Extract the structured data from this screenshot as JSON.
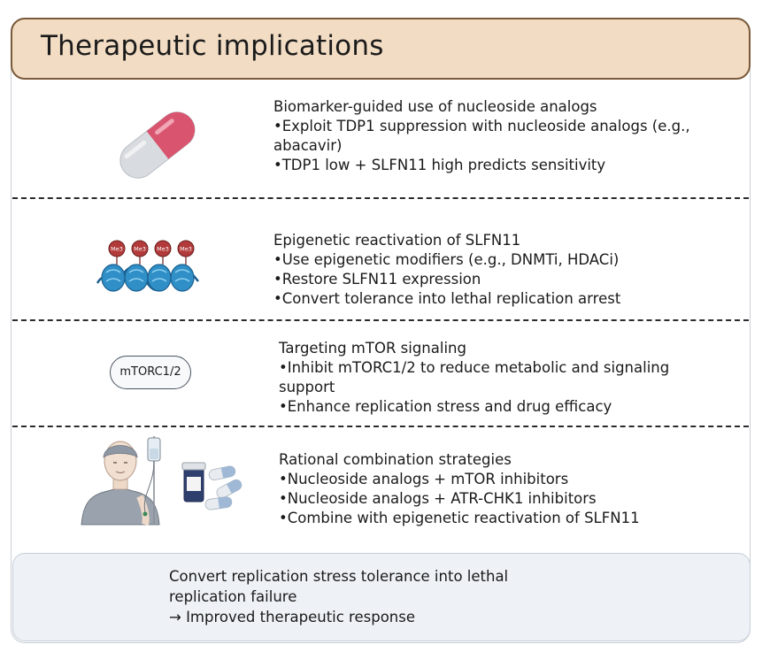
{
  "title": "Therapeutic implications",
  "sections": [
    {
      "icon": "capsule-icon",
      "heading": "Biomarker-guided use of nucleoside analogs",
      "bullets": [
        "•Exploit TDP1 suppression with nucleoside analogs (e.g.,",
        "abacavir)",
        "•TDP1 low + SLFN11 high predicts sensitivity"
      ]
    },
    {
      "icon": "methylated-nucleosome-icon",
      "icon_labels": [
        "Me3",
        "Me3",
        "Me3",
        "Me3"
      ],
      "heading": "Epigenetic reactivation of SLFN11",
      "bullets": [
        "•Use epigenetic modifiers (e.g., DNMTi, HDACi)",
        "•Restore SLFN11 expression",
        "•Convert tolerance into lethal replication arrest"
      ]
    },
    {
      "icon": "mtorc-badge",
      "badge_label": "mTORC1/2",
      "heading": "Targeting mTOR signaling",
      "bullets": [
        "•Inhibit mTORC1/2 to reduce metabolic and signaling",
        "support",
        "•Enhance replication stress and drug efficacy"
      ]
    },
    {
      "icon": "patient-iv-drip-icon",
      "heading": "Rational combination strategies",
      "bullets": [
        "•Nucleoside analogs + mTOR inhibitors",
        "•Nucleoside analogs + ATR-CHK1 inhibitors",
        "•Combine with epigenetic reactivation of SLFN11"
      ]
    }
  ],
  "summary": {
    "lines": [
      "Convert replication stress tolerance into lethal",
      "replication failure",
      "→ Improved therapeutic response"
    ]
  },
  "colors": {
    "title_fill": "#f2dcc3",
    "title_border": "#7a5a3a",
    "capsule_pink": "#d9546f",
    "nucleosome_blue": "#2f8fc6",
    "methyl_red": "#b23a3a",
    "summary_fill": "#eef2f6"
  }
}
